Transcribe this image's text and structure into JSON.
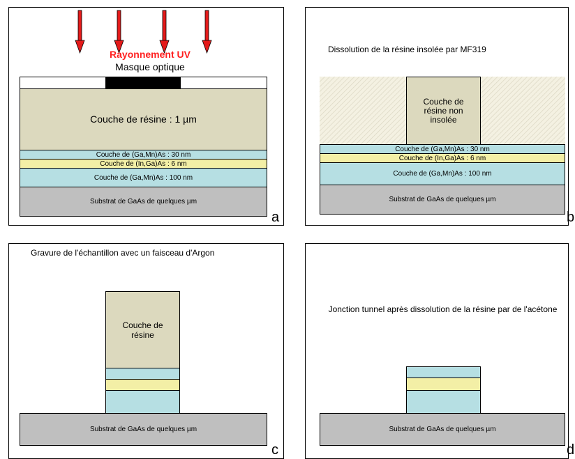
{
  "colors": {
    "resin": "#dcd9be",
    "gamnas": "#b6dfe3",
    "ingaas": "#f3efa6",
    "substrate": "#bfbfbf",
    "mask_dark": "#000000",
    "arrow_red": "#e41a1a",
    "uv_text": "#ff2020"
  },
  "panel_a": {
    "uv_label": "Rayonnement UV",
    "mask_label": "Masque optique",
    "resin": "Couche de résine : 1 µm",
    "gamnas_top": "Couche de (Ga,Mn)As : 30 nm",
    "ingaas": "Couche de (In,Ga)As : 6 nm",
    "gamnas_bottom": "Couche de (Ga,Mn)As : 100 nm",
    "substrate": "Substrat de GaAs de quelques µm",
    "letter": "a"
  },
  "panel_b": {
    "title": "Dissolution de la résine insolée par MF319",
    "resin_block": "Couche de résine non insolée",
    "gamnas_top": "Couche de (Ga,Mn)As : 30 nm",
    "ingaas": "Couche de (In,Ga)As : 6 nm",
    "gamnas_bottom": "Couche de (Ga,Mn)As : 100 nm",
    "substrate": "Substrat de GaAs de quelques µm",
    "letter": "b"
  },
  "panel_c": {
    "title": "Gravure de l'échantillon avec un faisceau d'Argon",
    "resin_block": "Couche de résine",
    "substrate": "Substrat de GaAs de quelques µm",
    "letter": "c"
  },
  "panel_d": {
    "title": "Jonction tunnel après dissolution de la résine par de l'acétone",
    "substrate": "Substrat de GaAs de quelques µm",
    "letter": "d"
  }
}
